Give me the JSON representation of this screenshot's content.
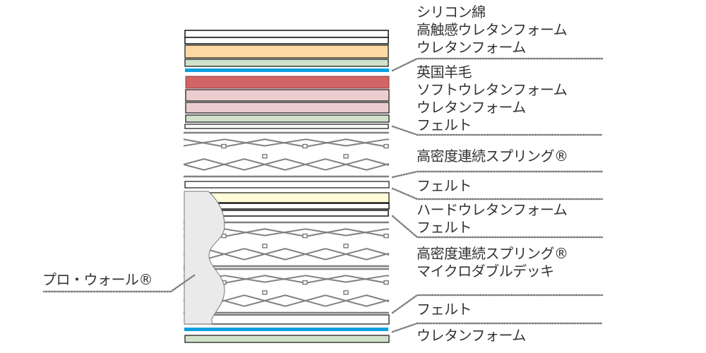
{
  "colors": {
    "outline": "#111111",
    "white_layer": "#ffffff",
    "orange_layer": "#fed9a2",
    "green_layer": "#d2e1cb",
    "blue_layer": "#0aa0e0",
    "red_layer": "#d16466",
    "pink_layer": "#eccdcf",
    "cream_layer": "#fffbd8",
    "spring_wire": "#808080",
    "side_wall": "#eaeaea",
    "leader": "#7f7f7f",
    "text": "#333333"
  },
  "label_groups": [
    {
      "id": "top-comfort",
      "lines": [
        "シリコン綿",
        "高触感ウレタンフォーム",
        "ウレタンフォーム"
      ]
    },
    {
      "id": "upper-comfort",
      "lines": [
        "英国羊毛",
        "ソフトウレタンフォーム",
        "ウレタンフォーム",
        "フェルト"
      ]
    },
    {
      "id": "upper-spring",
      "lines": [
        "高密度連続スプリング®"
      ]
    },
    {
      "id": "middle-felt",
      "lines": [
        "フェルト"
      ]
    },
    {
      "id": "middle-hard",
      "lines": [
        "ハードウレタンフォーム",
        "フェルト"
      ]
    },
    {
      "id": "lower-spring",
      "lines": [
        "高密度連続スプリング®",
        "マイクロダブルデッキ"
      ]
    },
    {
      "id": "bottom-felt",
      "lines": [
        "フェルト"
      ]
    },
    {
      "id": "bottom-urethane",
      "lines": [
        "ウレタンフォーム"
      ]
    }
  ],
  "side_label": "プロ・ウォール®"
}
